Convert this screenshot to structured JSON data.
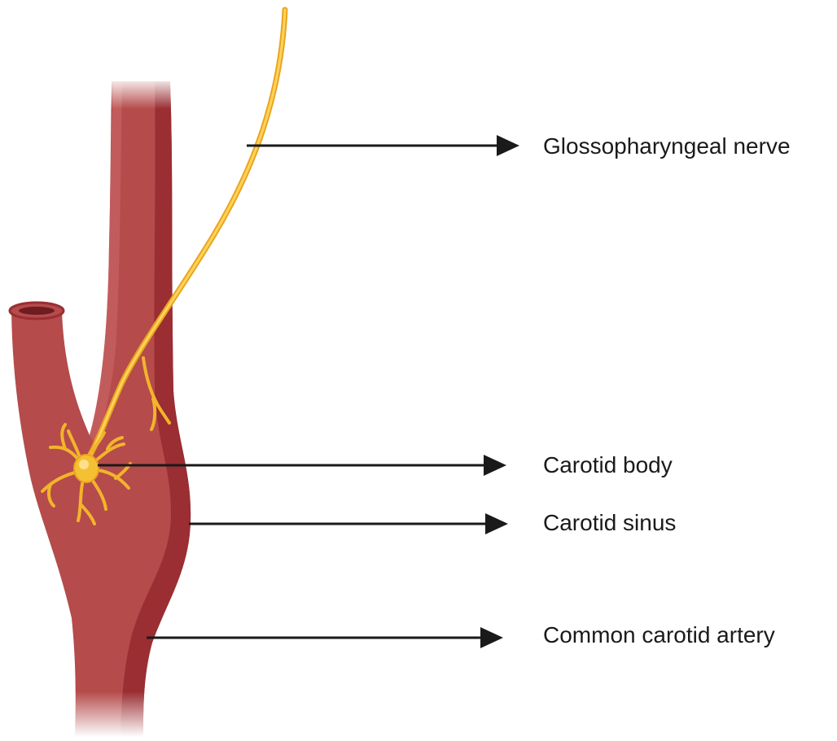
{
  "labels": {
    "glossopharyngeal_nerve": "Glossopharyngeal nerve",
    "carotid_body": "Carotid body",
    "carotid_sinus": "Carotid sinus",
    "common_carotid_artery": "Common carotid artery"
  },
  "colors": {
    "artery_main": "#b04848",
    "artery_dark": "#962c30",
    "artery_light": "#c45c5c",
    "nerve": "#f2b42b",
    "nerve_light": "#ffd866",
    "arrow": "#1a1a1a"
  }
}
